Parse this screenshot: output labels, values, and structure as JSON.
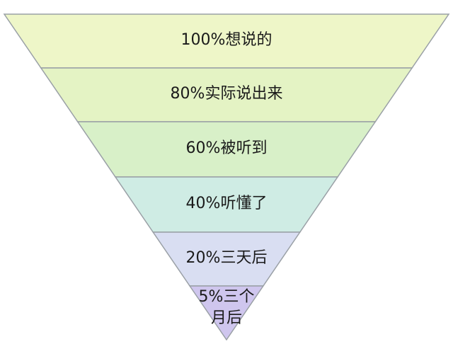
{
  "funnel": {
    "layers": [
      {
        "label": "100%想说的",
        "fill": "#eef6c8"
      },
      {
        "label": "80%实际说出来",
        "fill": "#e4f3c4"
      },
      {
        "label": "60%被听到",
        "fill": "#d8f0c8"
      },
      {
        "label": "40%听懂了",
        "fill": "#cfece4"
      },
      {
        "label": "20%三天后",
        "fill": "#d9def2"
      },
      {
        "label": "5%三个\n月后",
        "fill": "#cfc6ee"
      }
    ],
    "stroke": "#9aa0a6"
  }
}
